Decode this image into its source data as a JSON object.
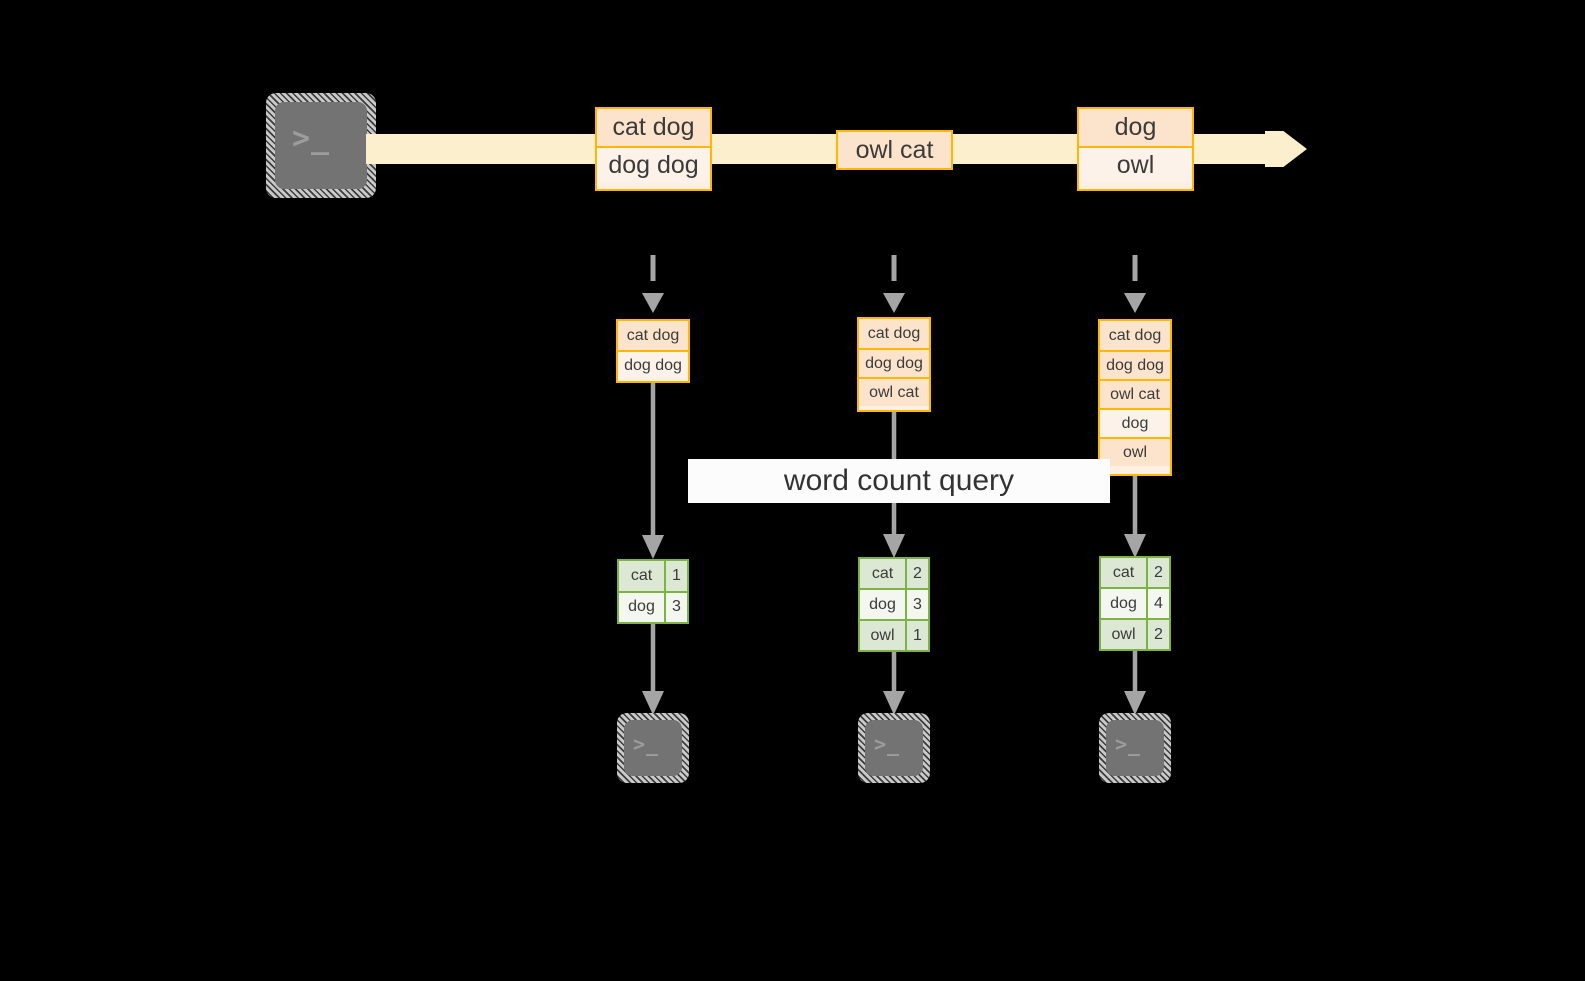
{
  "diagram": {
    "title": "word count query",
    "colors": {
      "background": "#000000",
      "stream_fill": "#fcefce",
      "record_border": "#ffb700",
      "record_fill_dark": "#fce3cb",
      "record_fill_light": "#fdf2e9",
      "table_border": "#7cb342",
      "table_fill_dark": "#dde8d4",
      "table_fill_light": "#f3f7f0",
      "connector": "#a5a5a5",
      "terminal_fill": "#737373",
      "banner_fill": "#fcfcfc"
    },
    "source": {
      "icon": "terminal-icon",
      "prompt_symbol": ">_"
    },
    "stream": {
      "icon": "right-arrow-icon",
      "events": [
        {
          "lines": [
            "cat dog",
            "dog dog"
          ]
        },
        {
          "lines": [
            "owl cat"
          ]
        },
        {
          "lines": [
            "dog",
            "owl"
          ]
        }
      ]
    },
    "snapshots": [
      {
        "label": "snapshot-1",
        "records": [
          "cat dog",
          "dog dog"
        ],
        "result": {
          "rows": [
            {
              "word": "cat",
              "count": "1"
            },
            {
              "word": "dog",
              "count": "3"
            }
          ]
        },
        "sink": {
          "icon": "terminal-icon",
          "prompt_symbol": ">_"
        }
      },
      {
        "label": "snapshot-2",
        "records": [
          "cat dog",
          "dog dog",
          "owl cat"
        ],
        "result": {
          "rows": [
            {
              "word": "cat",
              "count": "2"
            },
            {
              "word": "dog",
              "count": "3"
            },
            {
              "word": "owl",
              "count": "1"
            }
          ]
        },
        "sink": {
          "icon": "terminal-icon",
          "prompt_symbol": ">_"
        }
      },
      {
        "label": "snapshot-3",
        "records": [
          "cat dog",
          "dog dog",
          "owl cat",
          "dog",
          "owl"
        ],
        "result": {
          "rows": [
            {
              "word": "cat",
              "count": "2"
            },
            {
              "word": "dog",
              "count": "4"
            },
            {
              "word": "owl",
              "count": "2"
            }
          ]
        },
        "sink": {
          "icon": "terminal-icon",
          "prompt_symbol": ">_"
        }
      }
    ]
  }
}
